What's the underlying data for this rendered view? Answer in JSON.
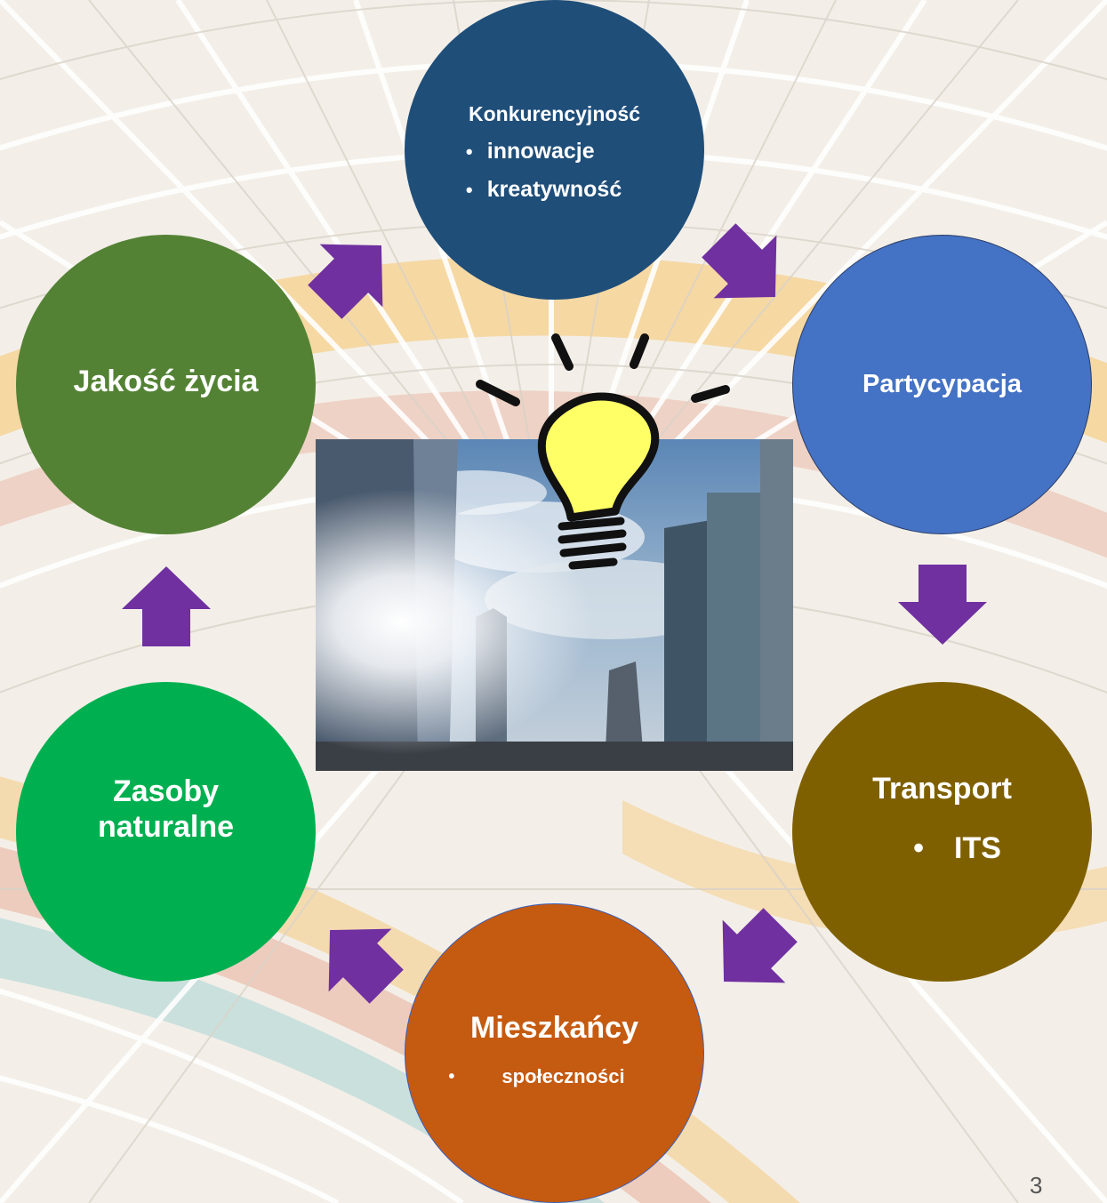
{
  "background": {
    "colors": {
      "glass_base": "#f3efe8",
      "lead_lines": "#ffffff",
      "warm_band": "#f7c46a",
      "red_band": "#e07b5a",
      "teal_band": "#7fc6c8"
    }
  },
  "nodes": {
    "konkurencyjnosc": {
      "title": "Konkurencyjność",
      "bullets": [
        "innowacje",
        "kreatywność"
      ],
      "color": "#1f4e79"
    },
    "partycypacja": {
      "title": "Partycypacja",
      "color": "#4472c4"
    },
    "transport": {
      "title": "Transport",
      "bullets": [
        "ITS"
      ],
      "color": "#7f6000"
    },
    "mieszkancy": {
      "title": "Mieszkańcy",
      "bullets": [
        "społeczności"
      ],
      "color": "#c55a11"
    },
    "zasoby": {
      "title_line1": "Zasoby",
      "title_line2": "naturalne",
      "color": "#00b050"
    },
    "jakosc": {
      "title": "Jakość życia",
      "color": "#548235"
    }
  },
  "arrow_color": "#7030a0",
  "bullet_char": "•",
  "center": {
    "photo_icon": "city-skyline-photo",
    "bulb_icon": "lightbulb-idea-icon",
    "bulb_color": "#ffff66"
  },
  "page_number": "3"
}
